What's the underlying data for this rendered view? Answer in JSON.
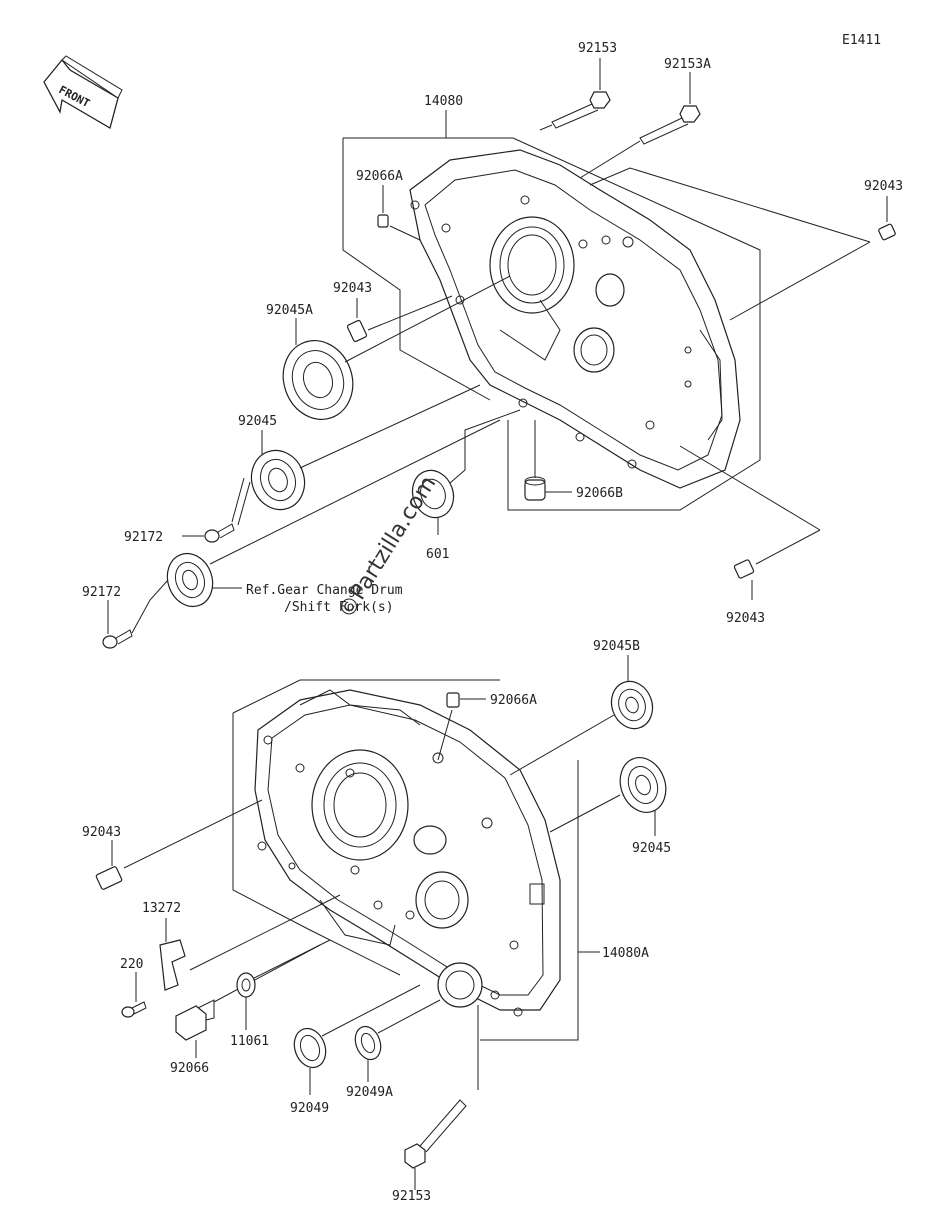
{
  "diagram": {
    "code": "E1411",
    "front_label": "FRONT",
    "watermark": "©Partzilla.com",
    "ref_note_line1": "Ref.Gear Change Drum",
    "ref_note_line2": "/Shift Fork(s)"
  },
  "parts": [
    {
      "id": "92153-top",
      "number": "92153"
    },
    {
      "id": "92153A",
      "number": "92153A"
    },
    {
      "id": "14080",
      "number": "14080"
    },
    {
      "id": "92066A-top",
      "number": "92066A"
    },
    {
      "id": "92043-top-right",
      "number": "92043"
    },
    {
      "id": "92043-left",
      "number": "92043"
    },
    {
      "id": "92045A",
      "number": "92045A"
    },
    {
      "id": "92045-left",
      "number": "92045"
    },
    {
      "id": "92172-a",
      "number": "92172"
    },
    {
      "id": "92172-b",
      "number": "92172"
    },
    {
      "id": "601",
      "number": "601"
    },
    {
      "id": "92066B",
      "number": "92066B"
    },
    {
      "id": "92043-mid-right",
      "number": "92043"
    },
    {
      "id": "92045B",
      "number": "92045B"
    },
    {
      "id": "92066A-bottom",
      "number": "92066A"
    },
    {
      "id": "92045-right",
      "number": "92045"
    },
    {
      "id": "92043-bottom-left",
      "number": "92043"
    },
    {
      "id": "13272",
      "number": "13272"
    },
    {
      "id": "220",
      "number": "220"
    },
    {
      "id": "14080A",
      "number": "14080A"
    },
    {
      "id": "11061",
      "number": "11061"
    },
    {
      "id": "92066",
      "number": "92066"
    },
    {
      "id": "92049",
      "number": "92049"
    },
    {
      "id": "92049A",
      "number": "92049A"
    },
    {
      "id": "92153-bottom",
      "number": "92153"
    }
  ]
}
